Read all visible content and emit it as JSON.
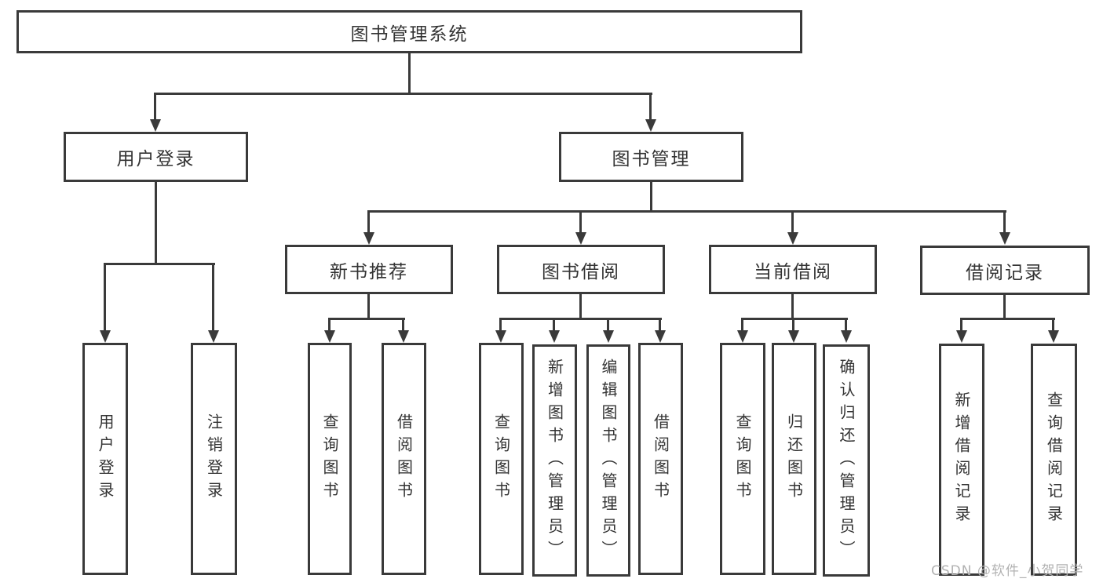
{
  "nodes": {
    "root": "图书管理系统",
    "level2": [
      "用户登录",
      "图书管理"
    ],
    "level3": [
      "新书推荐",
      "图书借阅",
      "当前借阅",
      "借阅记录"
    ],
    "leaves": {
      "login": [
        "用户登录",
        "注销登录"
      ],
      "recommend": [
        "查询图书",
        "借阅图书"
      ],
      "borrow": [
        "查询图书",
        "新增图书（管理员）",
        "编辑图书（管理员）",
        "借阅图书"
      ],
      "current": [
        "查询图书",
        "归还图书",
        "确认归还（管理员）"
      ],
      "record": [
        "新增借阅记录",
        "查询借阅记录"
      ]
    }
  },
  "watermark": "CSDN @软件_小贺同学",
  "colors": {
    "line": "#3a3a3a",
    "text": "#333333",
    "watermark": "#b2b2b2",
    "background": "#ffffff"
  }
}
